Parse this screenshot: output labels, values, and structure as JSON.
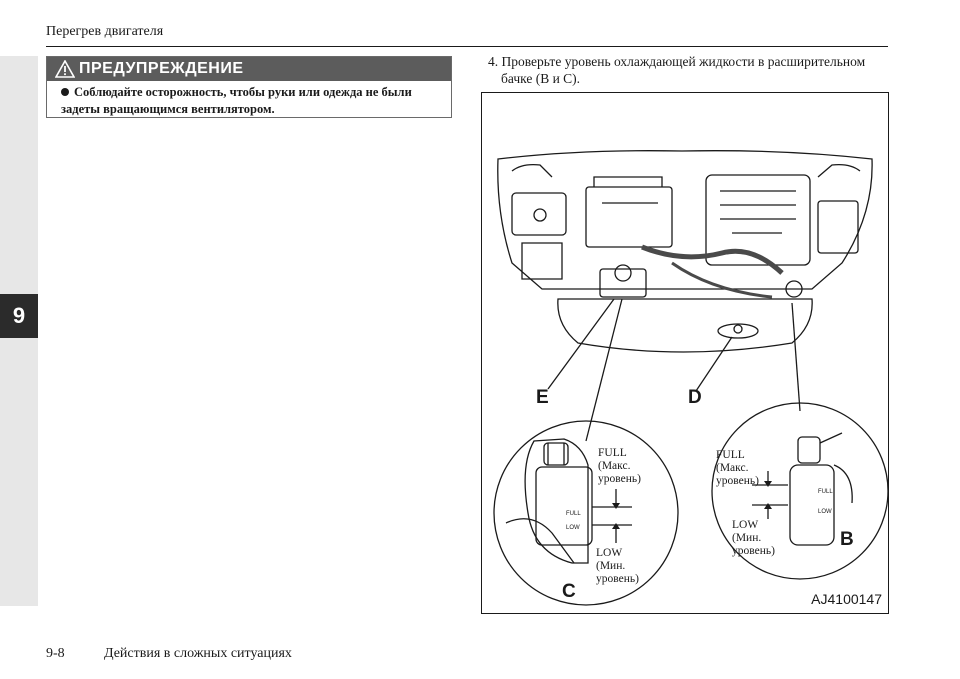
{
  "header": {
    "running_head": "Перегрев двигателя"
  },
  "chapter_tab": {
    "number": "9"
  },
  "warning": {
    "title": "ПРЕДУПРЕЖДЕНИЕ",
    "line1": "Соблюдайте осторожность, чтобы руки или одежда не были",
    "line2": "задеты вращающимся вентилятором."
  },
  "step": {
    "line1": "4. Проверьте уровень охлаждающей жидкости в расширительном",
    "line2": "бачке (B и C)."
  },
  "figure": {
    "labels": {
      "e": "E",
      "d": "D",
      "c": "C",
      "b": "B"
    },
    "left_full": [
      "FULL",
      "(Макс.",
      "уровень)"
    ],
    "left_low": [
      "LOW",
      "(Мин.",
      "уровень)"
    ],
    "right_full": [
      "FULL",
      "(Макс.",
      "уровень)"
    ],
    "right_low": [
      "LOW",
      "(Мин.",
      "уровень)"
    ],
    "tank_marks": {
      "full": "FULL",
      "low": "LOW"
    },
    "code": "AJ4100147"
  },
  "footer": {
    "page_number": "9-8",
    "section_title": "Действия в сложных ситуациях"
  }
}
